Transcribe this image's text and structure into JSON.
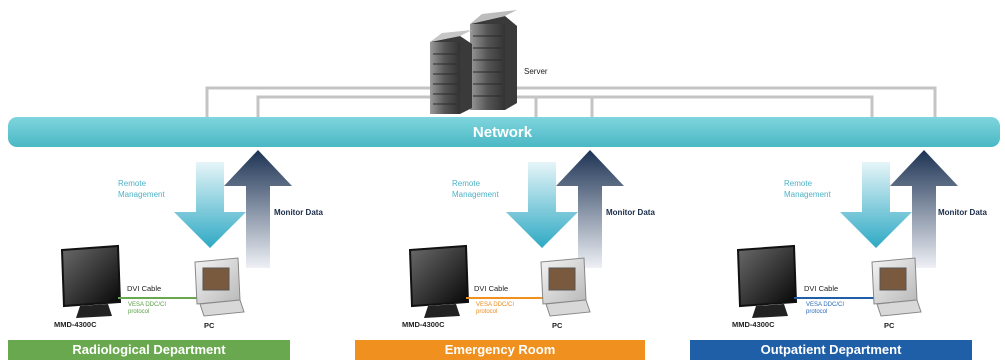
{
  "server": {
    "label": "Server",
    "icon": "server-rack-icon"
  },
  "network": {
    "label": "Network",
    "color": "#5ec6cf"
  },
  "sections": [
    {
      "remote_management": "Remote\nManagement",
      "monitor_data": "Monitor Data",
      "cable": "DVI Cable",
      "protocol": "VESA DDC/CI\nprotocol",
      "monitor_model": "MMD-4300C",
      "pc": "PC",
      "department": "Radiological Department",
      "color": "#6aa84f",
      "protocol_color": "#5a9e46"
    },
    {
      "remote_management": "Remote\nManagement",
      "monitor_data": "Monitor Data",
      "cable": "DVI Cable",
      "protocol": "VESA DDC/CI\nprotocol",
      "monitor_model": "MMD-4300C",
      "pc": "PC",
      "department": "Emergency Room",
      "color": "#f0901e",
      "protocol_color": "#e88a1a"
    },
    {
      "remote_management": "Remote\nManagement",
      "monitor_data": "Monitor Data",
      "cable": "DVI Cable",
      "protocol": "VESA DDC/CI\nprotocol",
      "monitor_model": "MMD-4300C",
      "pc": "PC",
      "department": "Outpatient Department",
      "color": "#1f5fa8",
      "protocol_color": "#2a6cb8"
    }
  ]
}
